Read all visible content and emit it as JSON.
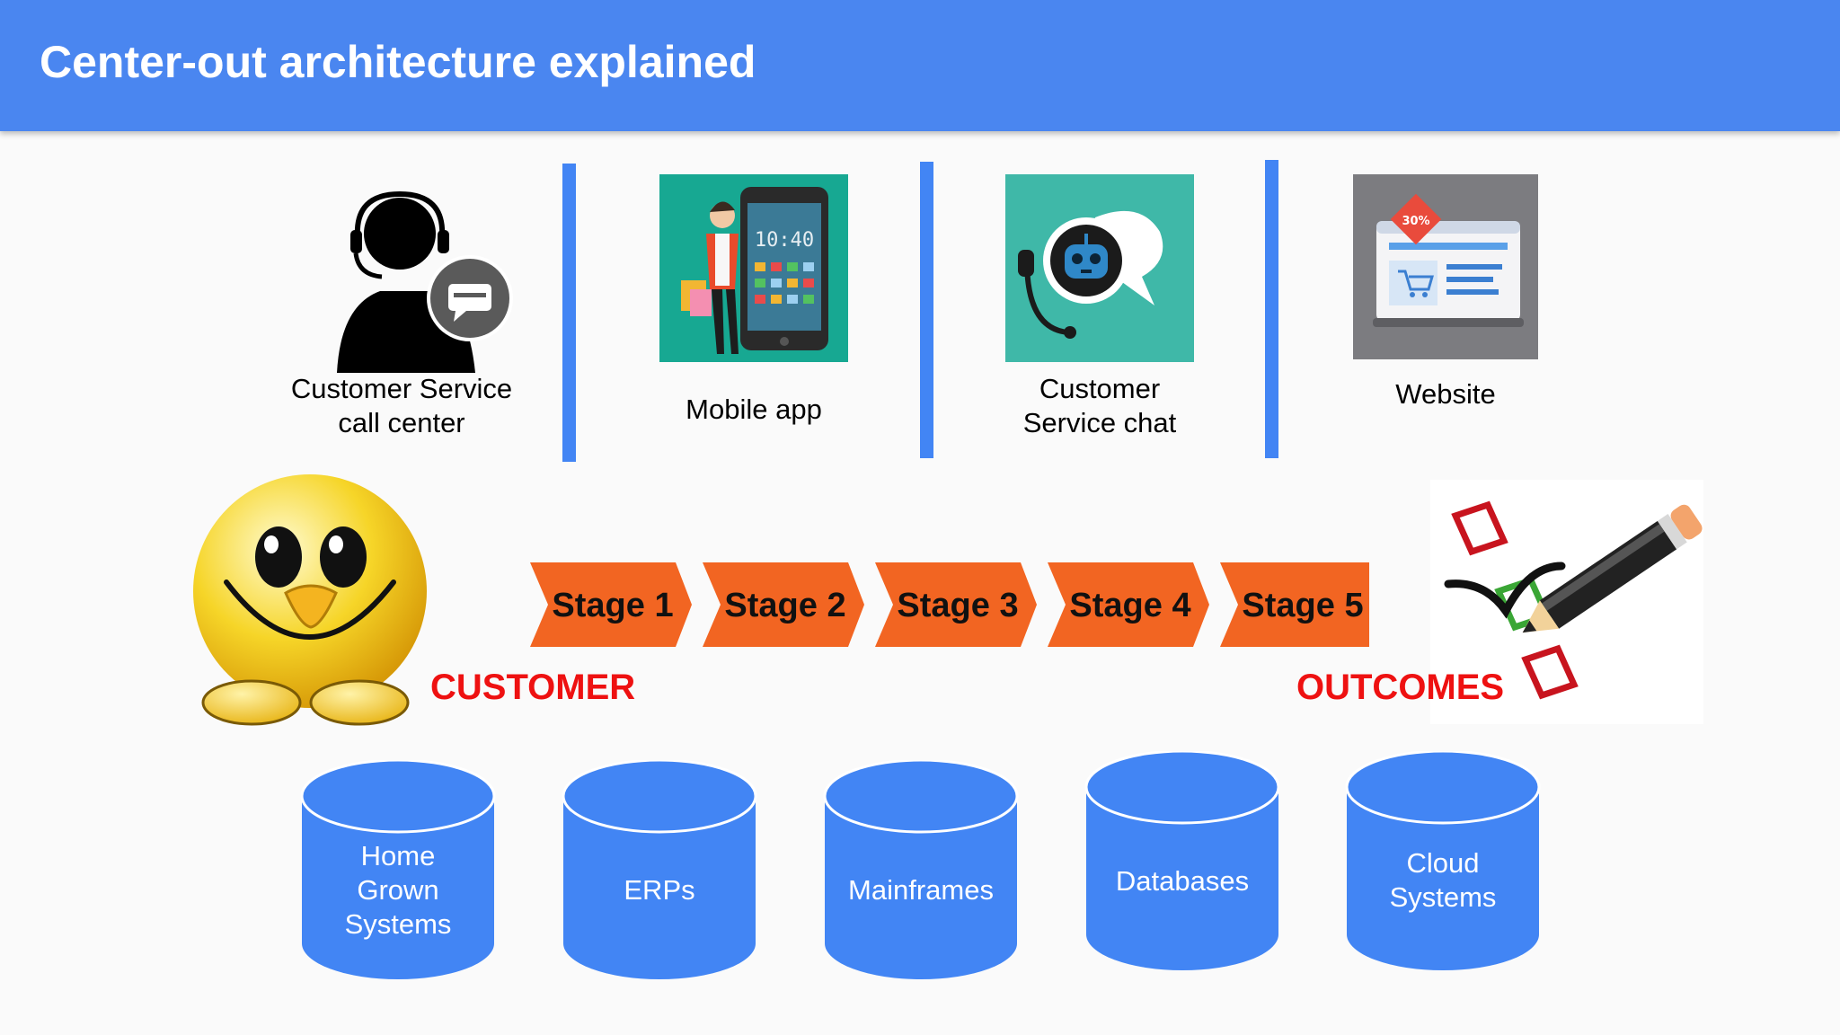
{
  "header": {
    "title": "Center-out architecture explained"
  },
  "channels": [
    {
      "label_lines": [
        "Customer Service",
        "call center"
      ],
      "icon": "call-center-agent-icon"
    },
    {
      "label_lines": [
        "Mobile app"
      ],
      "icon": "mobile-app-icon"
    },
    {
      "label_lines": [
        "Customer",
        "Service chat"
      ],
      "icon": "chatbot-icon"
    },
    {
      "label_lines": [
        "Website"
      ],
      "icon": "website-icon",
      "badge": "30%"
    }
  ],
  "phone_time": "10:40",
  "stages": [
    "Stage 1",
    "Stage 2",
    "Stage 3",
    "Stage 4",
    "Stage 5"
  ],
  "customer_label": "CUSTOMER",
  "outcomes_label": "OUTCOMES",
  "systems": [
    {
      "lines": [
        "Home",
        "Grown",
        "Systems"
      ]
    },
    {
      "lines": [
        "ERPs"
      ]
    },
    {
      "lines": [
        "Mainframes"
      ]
    },
    {
      "lines": [
        "Databases"
      ]
    },
    {
      "lines": [
        "Cloud",
        "Systems"
      ]
    }
  ],
  "colors": {
    "header": "#4a86f0",
    "divider": "#4285f4",
    "stage_arrow": "#f26522",
    "database": "#4285f4",
    "label_red": "#ee1111",
    "tile_teal": "#17a892",
    "tile_chat": "#3fb8a8",
    "tile_gray": "#7c7c80"
  }
}
